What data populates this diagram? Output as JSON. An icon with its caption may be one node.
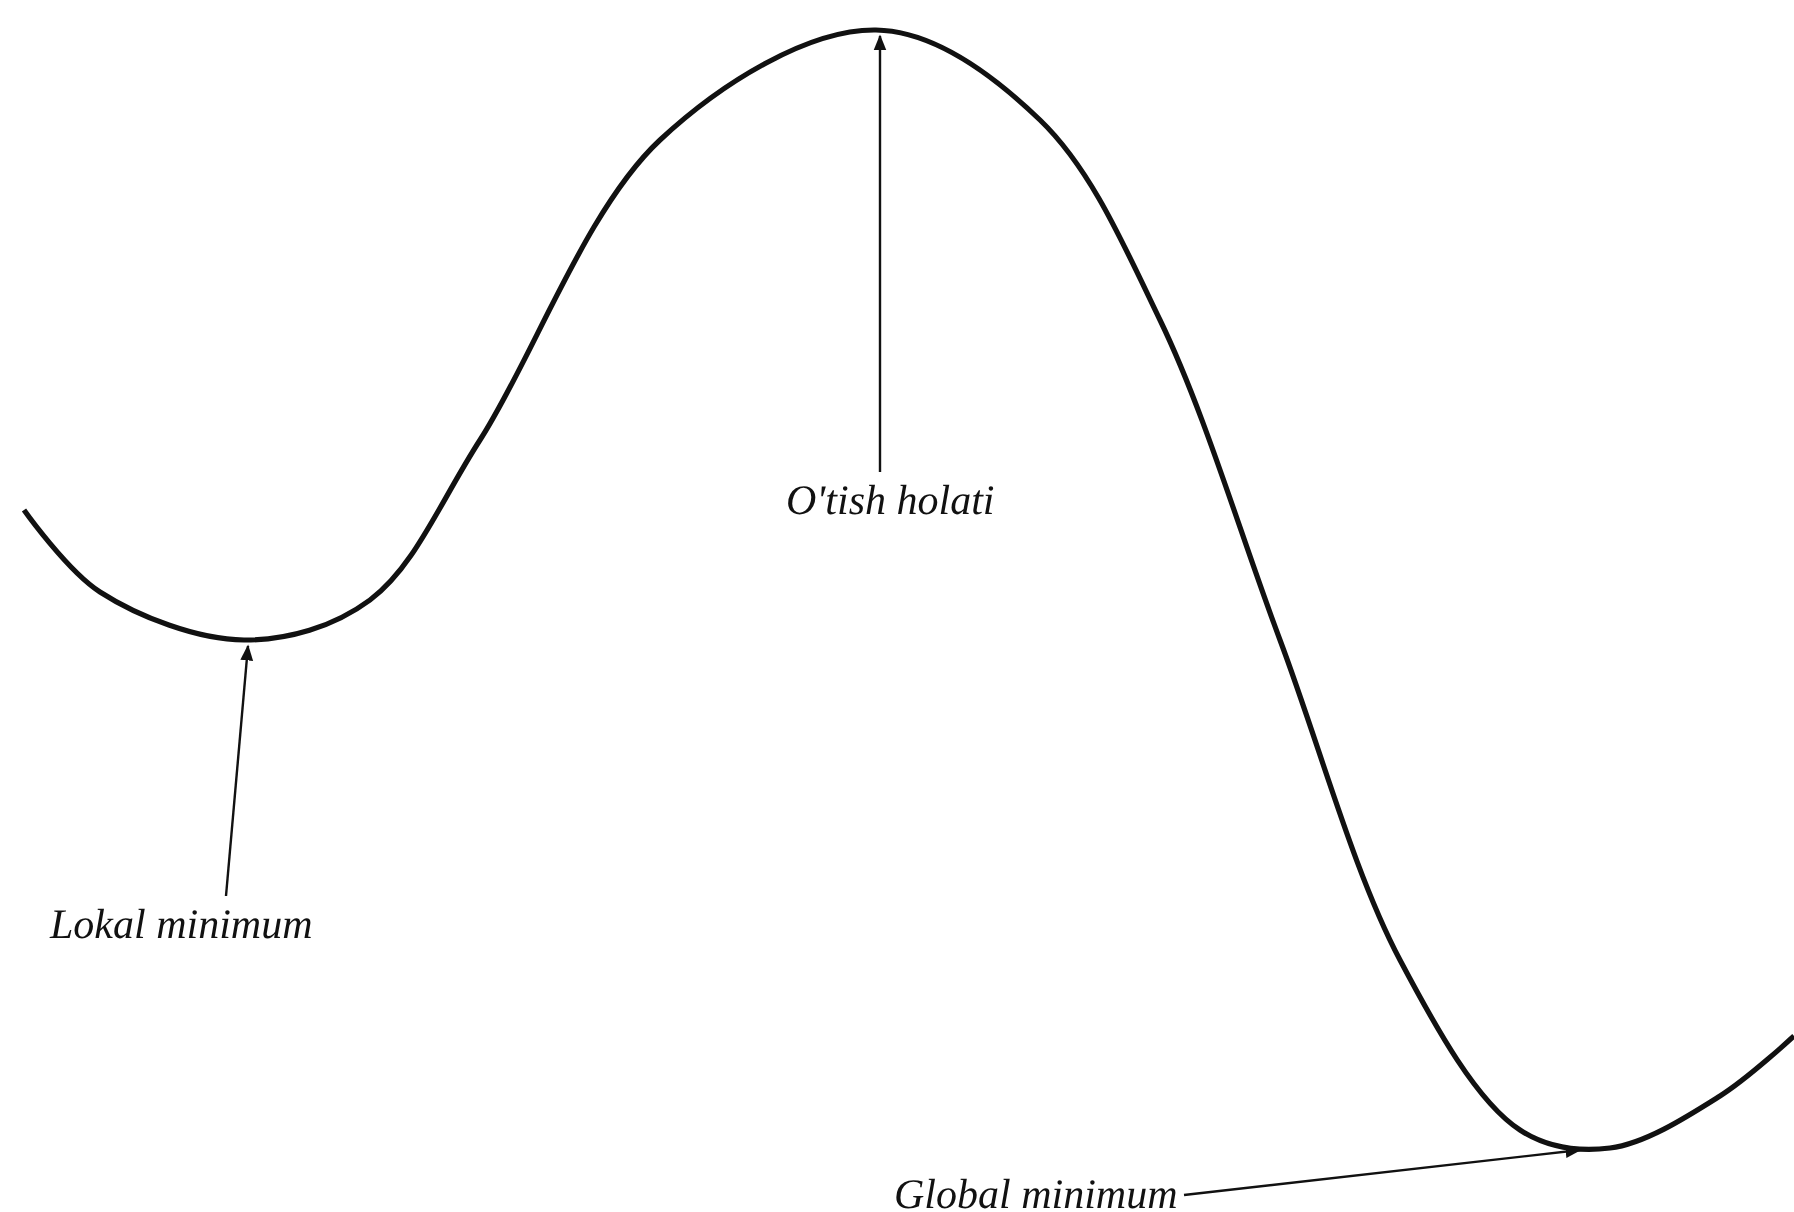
{
  "diagram": {
    "nodes": [
      {
        "text": [
          "O'tish holati"
        ]
      },
      {
        "text": [
          "Lokal minimum"
        ]
      },
      {
        "text": [
          "Global minimum"
        ]
      }
    ],
    "edges": [
      {
        "from": 0,
        "to": null,
        "arrow": "to"
      },
      {
        "from": 1,
        "to": null,
        "arrow": "to"
      },
      {
        "from": 2,
        "to": null,
        "arrow": "to"
      }
    ]
  }
}
